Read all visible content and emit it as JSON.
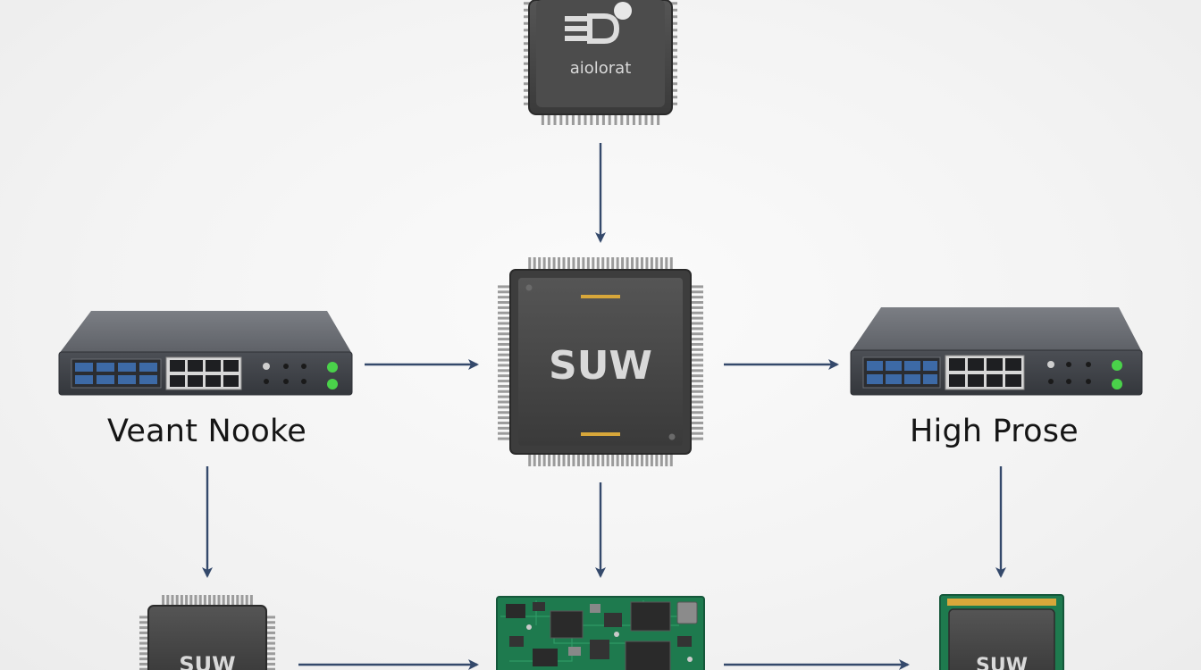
{
  "diagram": {
    "nodes": {
      "top_chip": {
        "text": "aiolorat"
      },
      "center_chip": {
        "text": "SUW"
      },
      "left_switch": {
        "caption": "Veant Nooke"
      },
      "right_switch": {
        "caption": "High Prose"
      },
      "bottom_left_chip": {
        "text": "SUW"
      },
      "bottom_center_board": {
        "text": ""
      },
      "bottom_right_module": {
        "text": "SUW"
      }
    },
    "connections": [
      {
        "from": "top_chip",
        "to": "center_chip"
      },
      {
        "from": "left_switch",
        "to": "center_chip"
      },
      {
        "from": "center_chip",
        "to": "right_switch"
      },
      {
        "from": "left_switch",
        "to": "bottom_left_chip"
      },
      {
        "from": "center_chip",
        "to": "bottom_center_board"
      },
      {
        "from": "right_switch",
        "to": "bottom_right_module"
      },
      {
        "from": "bottom_left_chip",
        "to": "bottom_center_board"
      },
      {
        "from": "bottom_center_board",
        "to": "bottom_right_module"
      }
    ],
    "colors": {
      "arrow": "#34496b",
      "chip_body": "#4a4a4a",
      "chip_pins": "#9b9b9b",
      "switch_body": "#5b5e63",
      "switch_port_blue": "#3d6aa6",
      "led_green": "#4ad24a",
      "pcb_green": "#1e7a4e",
      "chip_text": "#d9d9d9",
      "chip_mark": "#d8a73a"
    }
  }
}
